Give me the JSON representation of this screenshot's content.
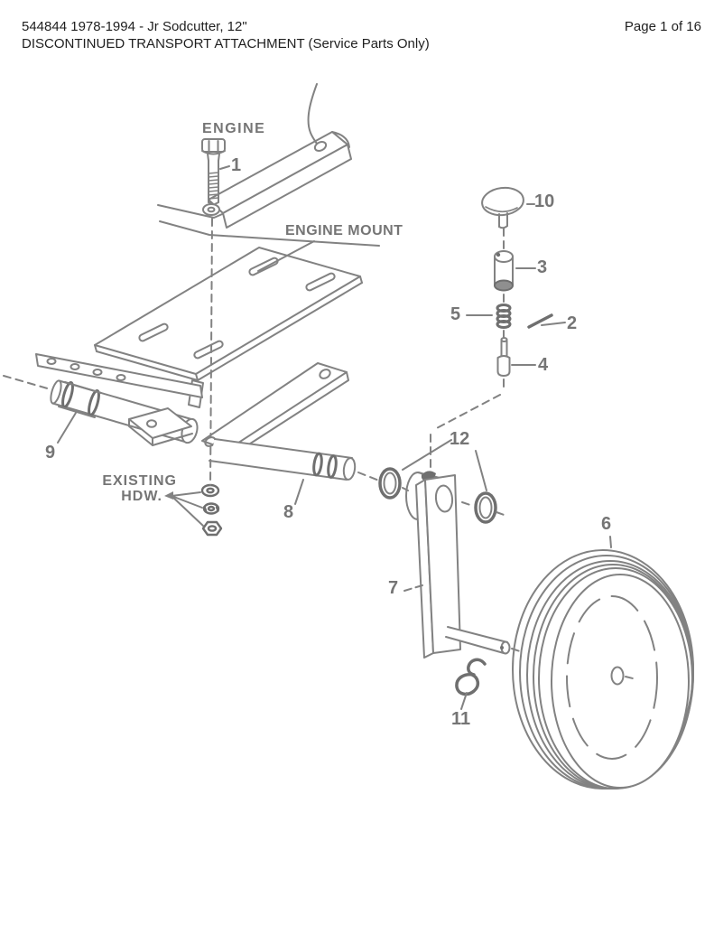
{
  "header": {
    "title_line1": "544844 1978-1994 - Jr Sodcutter, 12\"",
    "title_line2": "DISCONTINUED TRANSPORT ATTACHMENT (Service Parts Only)",
    "page_indicator": "Page 1 of 16"
  },
  "diagram": {
    "labels": {
      "engine": "ENGINE",
      "engine_mount": "ENGINE MOUNT",
      "existing_hdw_line1": "EXISTING",
      "existing_hdw_line2": "HDW."
    },
    "callouts": {
      "c1": "1",
      "c2": "2",
      "c3": "3",
      "c4": "4",
      "c5": "5",
      "c6": "6",
      "c7": "7",
      "c8": "8",
      "c9": "9",
      "c10": "10",
      "c11": "11",
      "c12": "12"
    },
    "colors": {
      "line": "#828282",
      "dark_accent": "#6a6a6a",
      "label_text": "#757575",
      "header_text": "#1f1f1f",
      "background": "#ffffff"
    }
  }
}
